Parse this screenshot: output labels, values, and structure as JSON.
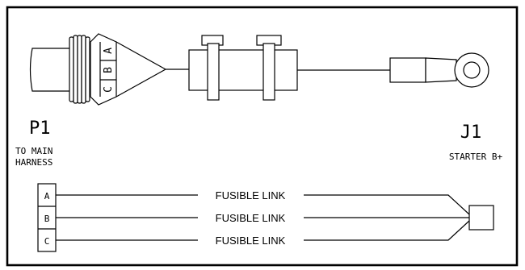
{
  "connector_p1": {
    "ref": "P1",
    "description_line1": "TO MAIN",
    "description_line2": "HARNESS",
    "pins": [
      "A",
      "B",
      "C"
    ]
  },
  "connector_j1": {
    "ref": "J1",
    "description": "STARTER B+"
  },
  "schematic": {
    "pins": [
      "A",
      "B",
      "C"
    ],
    "wires": [
      {
        "pin": "A",
        "label": "FUSIBLE LINK"
      },
      {
        "pin": "B",
        "label": "FUSIBLE LINK"
      },
      {
        "pin": "C",
        "label": "FUSIBLE LINK"
      }
    ]
  }
}
